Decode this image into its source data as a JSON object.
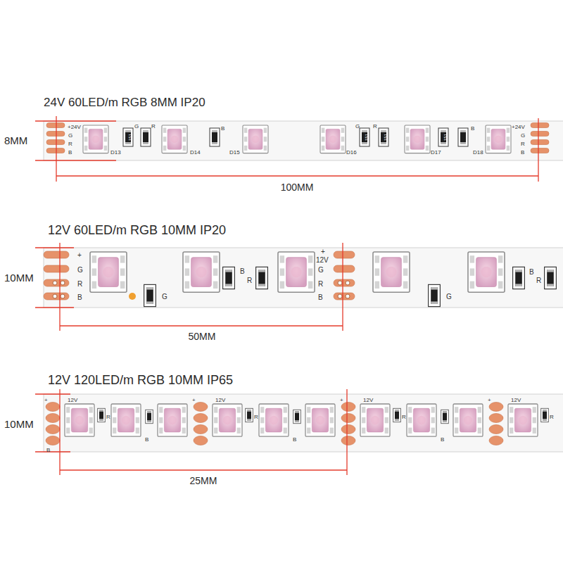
{
  "diagram": {
    "labels": [
      "24V 60LED/m RGB 8MM IP20",
      "8MM",
      "+24V",
      "G",
      "R",
      "B",
      "G",
      "R",
      "151",
      "D13",
      "D14",
      "B",
      "D15",
      "G",
      "R",
      "151",
      "151",
      "D16",
      "151",
      "D17",
      "B",
      "D18",
      "+24V",
      "G",
      "R",
      "B",
      "100MM",
      "12V 60LED/m RGB 10MM IP20",
      "10MM",
      "+",
      "G",
      "R",
      "B",
      "G",
      "B",
      "R",
      "+",
      "12V",
      "G",
      "R",
      "B",
      "G",
      "B",
      "R",
      "50MM",
      "12V 120LED/m RGB 10MM IP65",
      "10MM",
      "+",
      "12V",
      "B",
      "R",
      "B",
      "+",
      "12V",
      "R",
      "B",
      "+",
      "12V",
      "R",
      "B",
      "+",
      "12V",
      "R",
      "25MM"
    ]
  }
}
